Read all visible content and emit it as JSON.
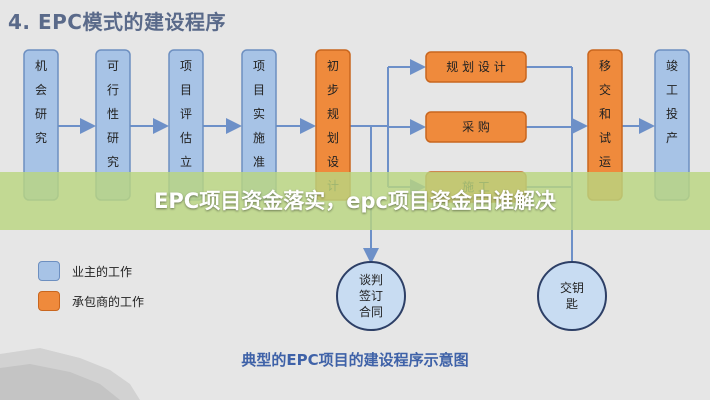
{
  "title": "4. EPC模式的建设程序",
  "colors": {
    "owner_fill": "#a7c3e6",
    "owner_stroke": "#6d8fc0",
    "contractor_fill": "#ef8a3c",
    "contractor_stroke": "#c9661e",
    "arrow": "#6d90c8",
    "circle_fill": "#c8dcf2"
  },
  "phase_boxes": [
    {
      "id": "feasibility_pre",
      "label": "机会研究",
      "role": "owner"
    },
    {
      "id": "feasibility",
      "label": "可行性研究",
      "role": "owner"
    },
    {
      "id": "evaluation",
      "label": "项目评估立",
      "role": "owner"
    },
    {
      "id": "approval",
      "label": "项目实施准",
      "role": "owner"
    },
    {
      "id": "preliminary",
      "label": "初步规划设计",
      "role": "contractor"
    },
    {
      "id": "commissioning",
      "label": "移交和试运",
      "role": "contractor"
    },
    {
      "id": "completion",
      "label": "竣工投产",
      "role": "owner"
    }
  ],
  "parallel_boxes": [
    {
      "id": "planning",
      "label": "规 划 设 计",
      "role": "contractor"
    },
    {
      "id": "procurement",
      "label": "采        购",
      "role": "contractor"
    },
    {
      "id": "construction",
      "label": "施 工",
      "role": "contractor"
    }
  ],
  "milestones": [
    {
      "id": "contract",
      "label": "谈判签订合同"
    },
    {
      "id": "handover",
      "label": "交钥匙"
    }
  ],
  "legend": [
    {
      "label": "业主的工作",
      "role": "owner"
    },
    {
      "label": "承包商的工作",
      "role": "contractor"
    }
  ],
  "caption": "典型的EPC项目的建设程序示意图",
  "banner": "EPC项目资金落实，epc项目资金由谁解决"
}
